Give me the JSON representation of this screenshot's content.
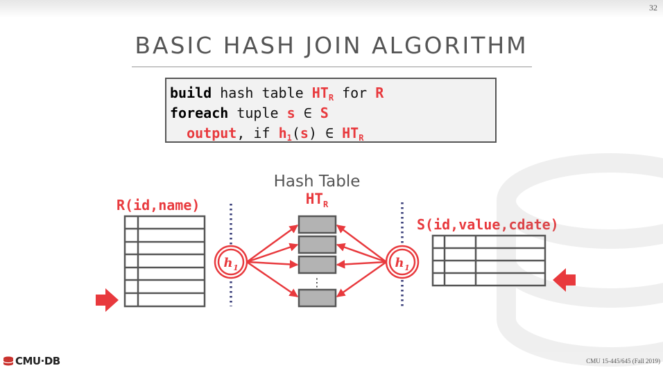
{
  "slide_number": "32",
  "title": "BASIC HASH JOIN ALGORITHM",
  "code": {
    "line1": {
      "kw1": "build",
      "t1": " hash table ",
      "ht": "HT",
      "ht_sub": "R",
      "t2": " for ",
      "r": "R"
    },
    "line2": {
      "kw1": "foreach",
      "t1": " tuple ",
      "s": "s",
      "t2": " ∈ ",
      "S": "S"
    },
    "line3": {
      "indent": "  ",
      "kw1": "output",
      "t1": ", if ",
      "h": "h",
      "h_sub": "1",
      "t2": "(",
      "s": "s",
      "t3": ") ∈ ",
      "ht": "HT",
      "ht_sub": "R"
    }
  },
  "diagram": {
    "hash_table_title": "Hash Table",
    "ht_label": "HT",
    "ht_sub": "R",
    "left_relation": "R(id,name)",
    "right_relation": "S(id,value,cdate)",
    "hash_fn": "h",
    "hash_fn_sub": "1",
    "ellipsis": "⋮"
  },
  "colors": {
    "accent_red": "#e8393d",
    "bucket_gray": "#b3b3b3",
    "table_line": "#555555",
    "divider": "#3a3f7a"
  },
  "logo": "CMU·DB",
  "footer": "CMU 15-445/645 (Fall 2019)"
}
